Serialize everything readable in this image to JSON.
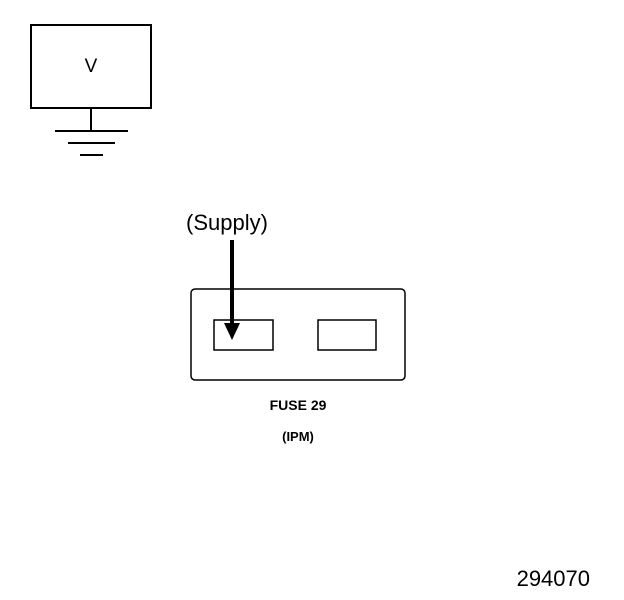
{
  "meter": {
    "label": "V"
  },
  "probe": {
    "label": "(Supply)"
  },
  "fuse": {
    "name": "FUSE 29",
    "location": "(IPM)"
  },
  "figure": {
    "number": "294070"
  },
  "colors": {
    "line": "#000000",
    "background": "#ffffff"
  }
}
